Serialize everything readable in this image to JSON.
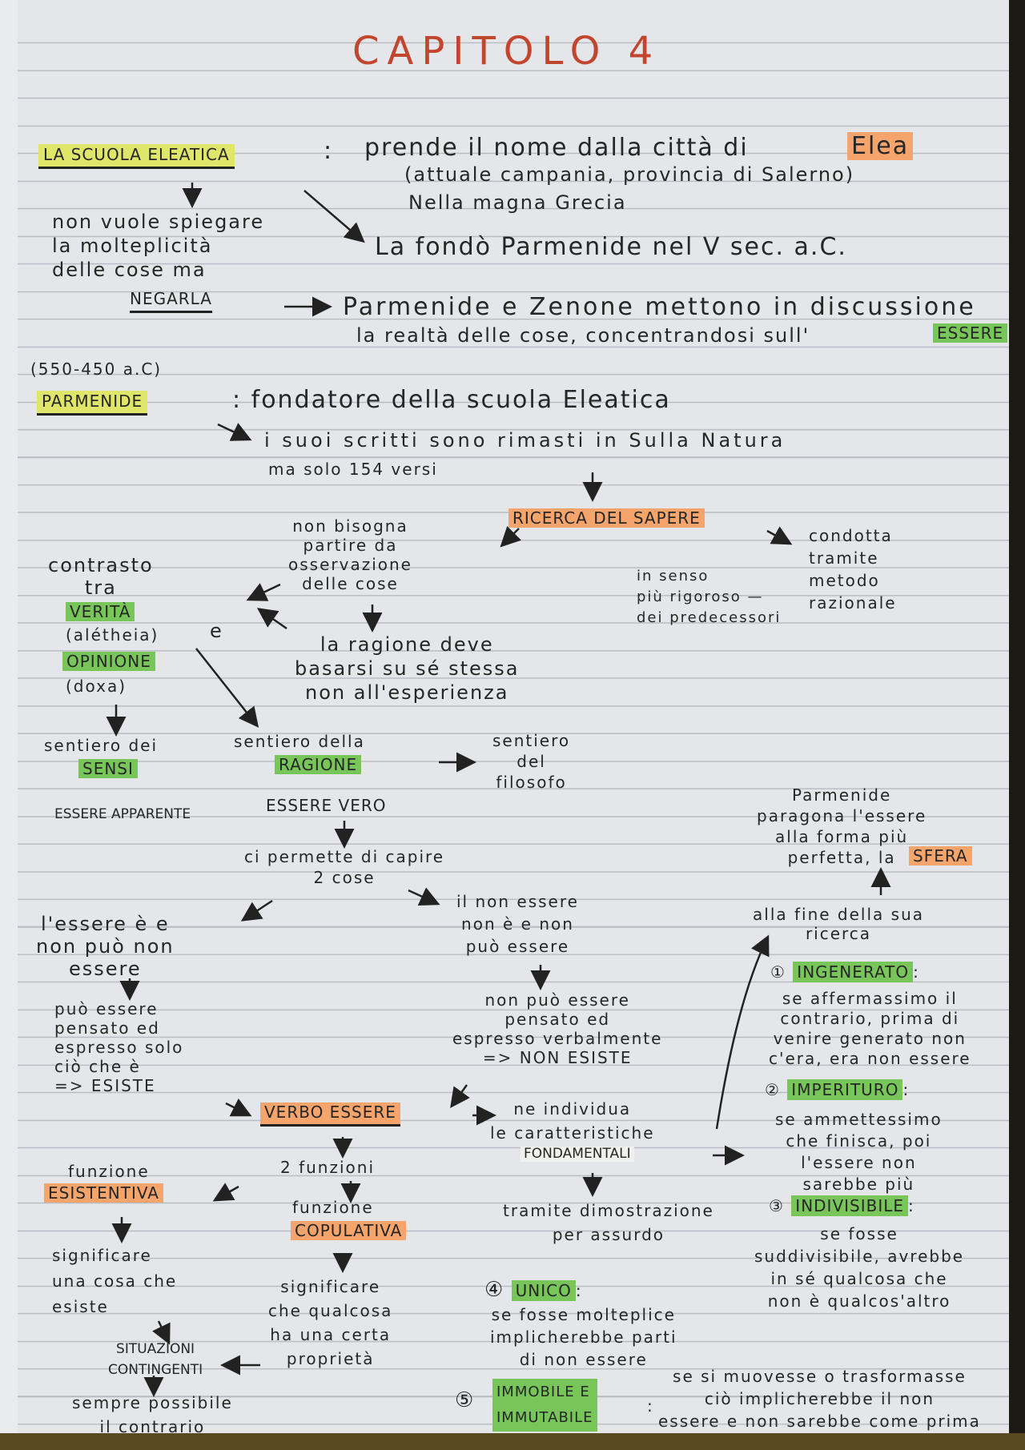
{
  "title": "CAPITOLO 4",
  "colors": {
    "ink": "#262626",
    "title": "#c2462e",
    "highlight_yellow": "#dfe66a",
    "highlight_green": "#78c65a",
    "highlight_orange": "#f5a46c"
  },
  "scuola": {
    "heading": "LA SCUOLA ELEATICA",
    "colon": ":",
    "line1": "prende il nome dalla città di",
    "elea": "Elea",
    "line2": "(attuale campania, provincia di Salerno)",
    "line3": "Nella magna Grecia",
    "non_vuole": "non vuole spiegare\nla molteplicità\ndelle cose ma",
    "negarla": "NEGARLA",
    "fondo": "La fondò Parmenide nel V sec. a.C.",
    "discussione1": "Parmenide e Zenone mettono in discussione",
    "discussione2": "la realtà delle cose, concentrandosi sull'",
    "essere": "ESSERE"
  },
  "parmenide": {
    "dates": "(550-450 a.C)",
    "name": "PARMENIDE",
    "fondatore": ": fondatore della scuola Eleatica",
    "scritti": "i suoi scritti sono rimasti in Sulla Natura",
    "versi": "ma solo 154 versi"
  },
  "ricerca": {
    "label": "RICERCA DEL SAPERE",
    "non_bisogna": "non bisogna\npartire da\nosservazione\ndelle cose",
    "condotta": "condotta\ntramite\nmetodo\nrazionale",
    "senso": "in senso\npiù rigoroso —\ndei predecessori",
    "ragione_deve": "la ragione deve\nbasarsi su sé stessa\nnon all'esperienza"
  },
  "contrasto": {
    "label": "contrasto\ntra",
    "verita": "VERITÀ",
    "aletheia": "(alétheia)",
    "e": "e",
    "opinione": "OPINIONE",
    "doxa": "(doxa)"
  },
  "sentieri": {
    "sensi_label": "sentiero dei",
    "sensi": "SENSI",
    "apparente": "ESSERE APPARENTE",
    "ragione_label": "sentiero della",
    "ragione": "RAGIONE",
    "vero": "ESSERE VERO",
    "filosofo": "sentiero\ndel\nfilosofo"
  },
  "sfera": {
    "text": "Parmenide\nparagona l'essere\nalla forma più\nperfetta, la",
    "sfera": "SFERA",
    "fine": "alla fine della sua\nricerca"
  },
  "capire": "ci permette di capire\n2 cose",
  "essere_e": "l'essere è e\nnon può non\nessere",
  "non_essere": "il non essere\nnon è e non\npuò essere",
  "esiste": "può essere\npensato ed\nespresso solo\nciò che è\n=> ESISTE",
  "non_esiste": "non può essere\npensato ed\nespresso verbalmente\n=> NON ESISTE",
  "verbo": {
    "label": "VERBO ESSERE",
    "individua": "ne individua\nle caratteristiche",
    "fondamentali": "FONDAMENTALI",
    "due_funzioni": "2 funzioni",
    "funzione": "funzione",
    "esistentiva": "ESISTENTIVA",
    "copulativa": "COPULATIVA",
    "dimostrazione": "tramite dimostrazione\nper assurdo",
    "sig_esiste": "significare\nuna cosa che\nesiste",
    "sig_proprieta": "significare\nche qualcosa\nha una certa\nproprietà",
    "situazioni": "SITUAZIONI\nCONTINGENTI",
    "sempre": "sempre possibile\nil contrario"
  },
  "caratteristiche": [
    {
      "num": "①",
      "name": "INGENERATO",
      "desc": "se affermassimo il\ncontrario, prima di\nvenire generato non\nc'era, era non essere"
    },
    {
      "num": "②",
      "name": "IMPERITURO",
      "desc": "se ammettessimo\nche finisca, poi\nl'essere non\nsarebbe più"
    },
    {
      "num": "③",
      "name": "INDIVISIBILE",
      "desc": "se fosse\nsuddivisibile, avrebbe\nin sé qualcosa che\nnon è qualcos'altro"
    },
    {
      "num": "④",
      "name": "UNICO",
      "desc": "se fosse molteplice\nimplicherebbe parti\ndi non essere"
    },
    {
      "num": "⑤",
      "name": "IMMOBILE E\nIMMUTABILE",
      "desc": "se si muovesse o trasformasse\nciò implicherebbe il non\nessere e non sarebbe come prima"
    }
  ]
}
